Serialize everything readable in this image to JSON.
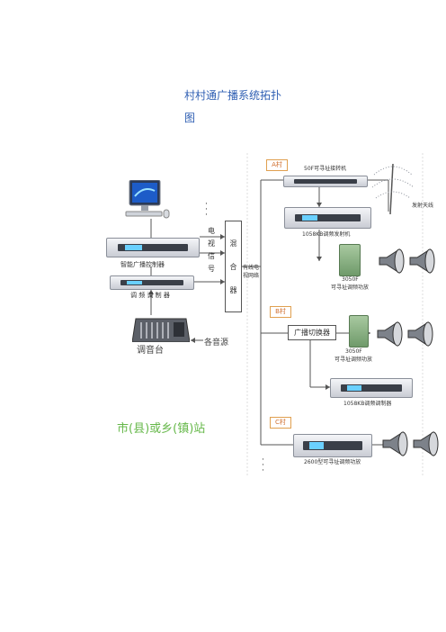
{
  "title_line1": "村村通广播系统拓扑",
  "title_line2": "图",
  "labels": {
    "controller": "智能广播控制器",
    "fm_modulator_left": "调 频 调 制 器",
    "mixer": "调音台",
    "sources": "各音源",
    "station": "市(县)或乡(镇)站",
    "signal_types": [
      "电",
      "视",
      "信",
      "号"
    ],
    "combiner": [
      "混",
      "合",
      "器"
    ],
    "cable_line1": "有线电",
    "cable_line2": "视网络",
    "village_a": "A村",
    "village_b": "B村",
    "village_c": "C村",
    "a_receiver": "50F可寻址接转机",
    "a_antenna": "发射天线",
    "a_transmitter": "1058KB调频发射机",
    "a_amp_model": "3050F",
    "a_amp_name": "可寻址调频功放",
    "b_switch": "广播切换器",
    "b_amp_model": "3050F",
    "b_amp_name": "可寻址调频功放",
    "b_modulator": "1058KB调频调制器",
    "c_amp": "2600型可寻址调频功放"
  },
  "colors": {
    "title": "#2f5fb3",
    "station": "#66b84a",
    "village_border": "#e0a050",
    "village_text": "#d07030"
  },
  "icons": [
    "computer-icon",
    "antenna-icon",
    "speaker-icon",
    "mixer-icon",
    "rack-device-icon",
    "amplifier-icon"
  ]
}
